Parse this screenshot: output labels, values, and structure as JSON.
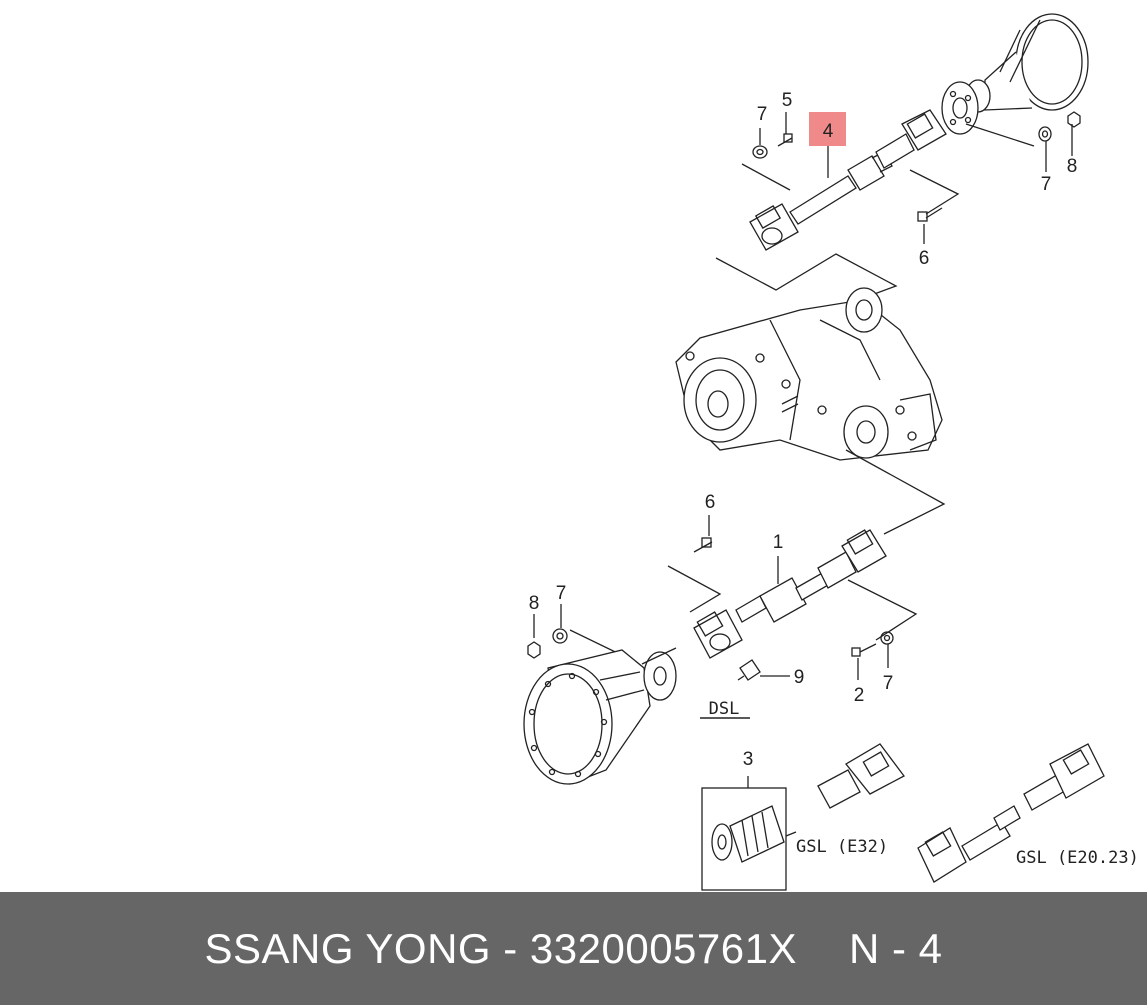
{
  "diagram": {
    "callouts": {
      "c4_top": "4",
      "c5_top": "5",
      "c7_top_left": "7",
      "c6_top": "6",
      "c7_top_right": "7",
      "c8_top_right": "8",
      "c6_mid": "6",
      "c1_mid": "1",
      "c8_left": "8",
      "c7_left": "7",
      "c9": "9",
      "c2": "2",
      "c7_low": "7",
      "c3": "3"
    },
    "variant_labels": {
      "dsl": "DSL",
      "gsl_e32": "GSL (E32)",
      "gsl_e20": "GSL (E20.23)"
    },
    "highlight_color": "#f08a8a"
  },
  "footer": {
    "brand_part": "SSANG YONG - 3320005761X",
    "ref": "N - 4"
  }
}
